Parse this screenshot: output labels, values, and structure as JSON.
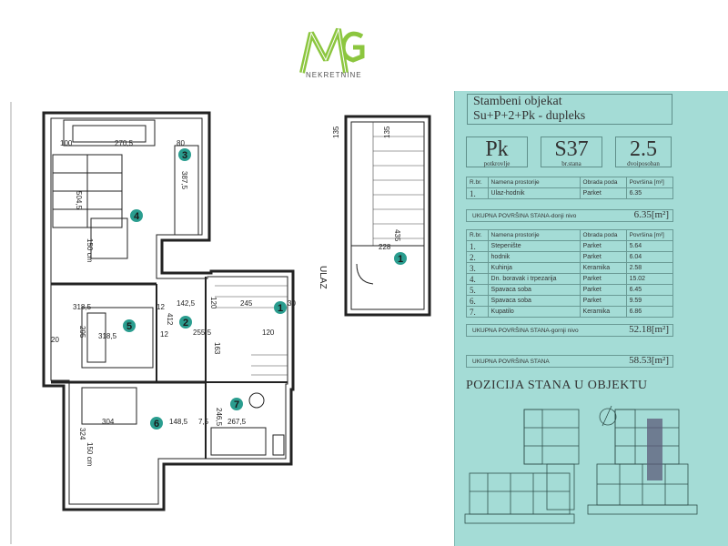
{
  "logo": {
    "text": "NEKRETNINE"
  },
  "plan": {
    "dims": [
      "100",
      "270,5",
      "80",
      "387,5",
      "504,5",
      "150 cm",
      "318,5",
      "142,5",
      "12",
      "412",
      "120",
      "245",
      "30",
      "318,5",
      "255,5",
      "120",
      "163",
      "12",
      "20",
      "295",
      "304",
      "148,5",
      "7,5",
      "267,5",
      "246,5",
      "324",
      "150 cm",
      "135",
      "135",
      "435",
      "228"
    ],
    "rooms": [
      "1",
      "2",
      "3",
      "4",
      "5",
      "6",
      "7",
      "1"
    ],
    "entrance": "ULAZ"
  },
  "info": {
    "title_line1": "Stambeni objekat",
    "title_line2": "Su+P+2+Pk - dupleks",
    "codes": [
      {
        "big": "Pk",
        "small": "potkrovlje"
      },
      {
        "big": "S37",
        "small": "br.stana"
      },
      {
        "big": "2.5",
        "small": "dvoiposoban"
      }
    ],
    "table_headers": {
      "rbr": "R.br.",
      "name": "Namena prostorije",
      "floor": "Obrada poda",
      "area": "Površina [m²]"
    },
    "lower_rows": [
      {
        "rbr": "1.",
        "name": "Ulaz-hodnik",
        "floor": "Parket",
        "area": "6.35"
      }
    ],
    "lower_total": {
      "label": "UKUPNA POVRŠINA STANA-donji nivo",
      "value": "6.35[m²]"
    },
    "upper_rows": [
      {
        "rbr": "1.",
        "name": "Stepenište",
        "floor": "Parket",
        "area": "5.64"
      },
      {
        "rbr": "2.",
        "name": "hodnik",
        "floor": "Parket",
        "area": "6.04"
      },
      {
        "rbr": "3.",
        "name": "Kuhinja",
        "floor": "Keramika",
        "area": "2.58"
      },
      {
        "rbr": "4.",
        "name": "Dn. boravak i trpezarija",
        "floor": "Parket",
        "area": "15.02"
      },
      {
        "rbr": "5.",
        "name": "Spavaca soba",
        "floor": "Parket",
        "area": "6.45"
      },
      {
        "rbr": "6.",
        "name": "Spavaca soba",
        "floor": "Parket",
        "area": "9.59"
      },
      {
        "rbr": "7.",
        "name": "Kupatilo",
        "floor": "Keramika",
        "area": "6.86"
      }
    ],
    "upper_total": {
      "label": "UKUPNA POVRŠINA STANA-gornji nivo",
      "value": "52.18[m²]"
    },
    "grand_total": {
      "label": "UKUPNA POVRŠINA STANA",
      "value": "58.53[m²]"
    },
    "position_title": "POZICIJA STANA U OBJEKTU"
  },
  "colors": {
    "panel": "#a4dcd6",
    "room_marker": "#2a9d8f",
    "logo_green": "#8cc63f"
  }
}
